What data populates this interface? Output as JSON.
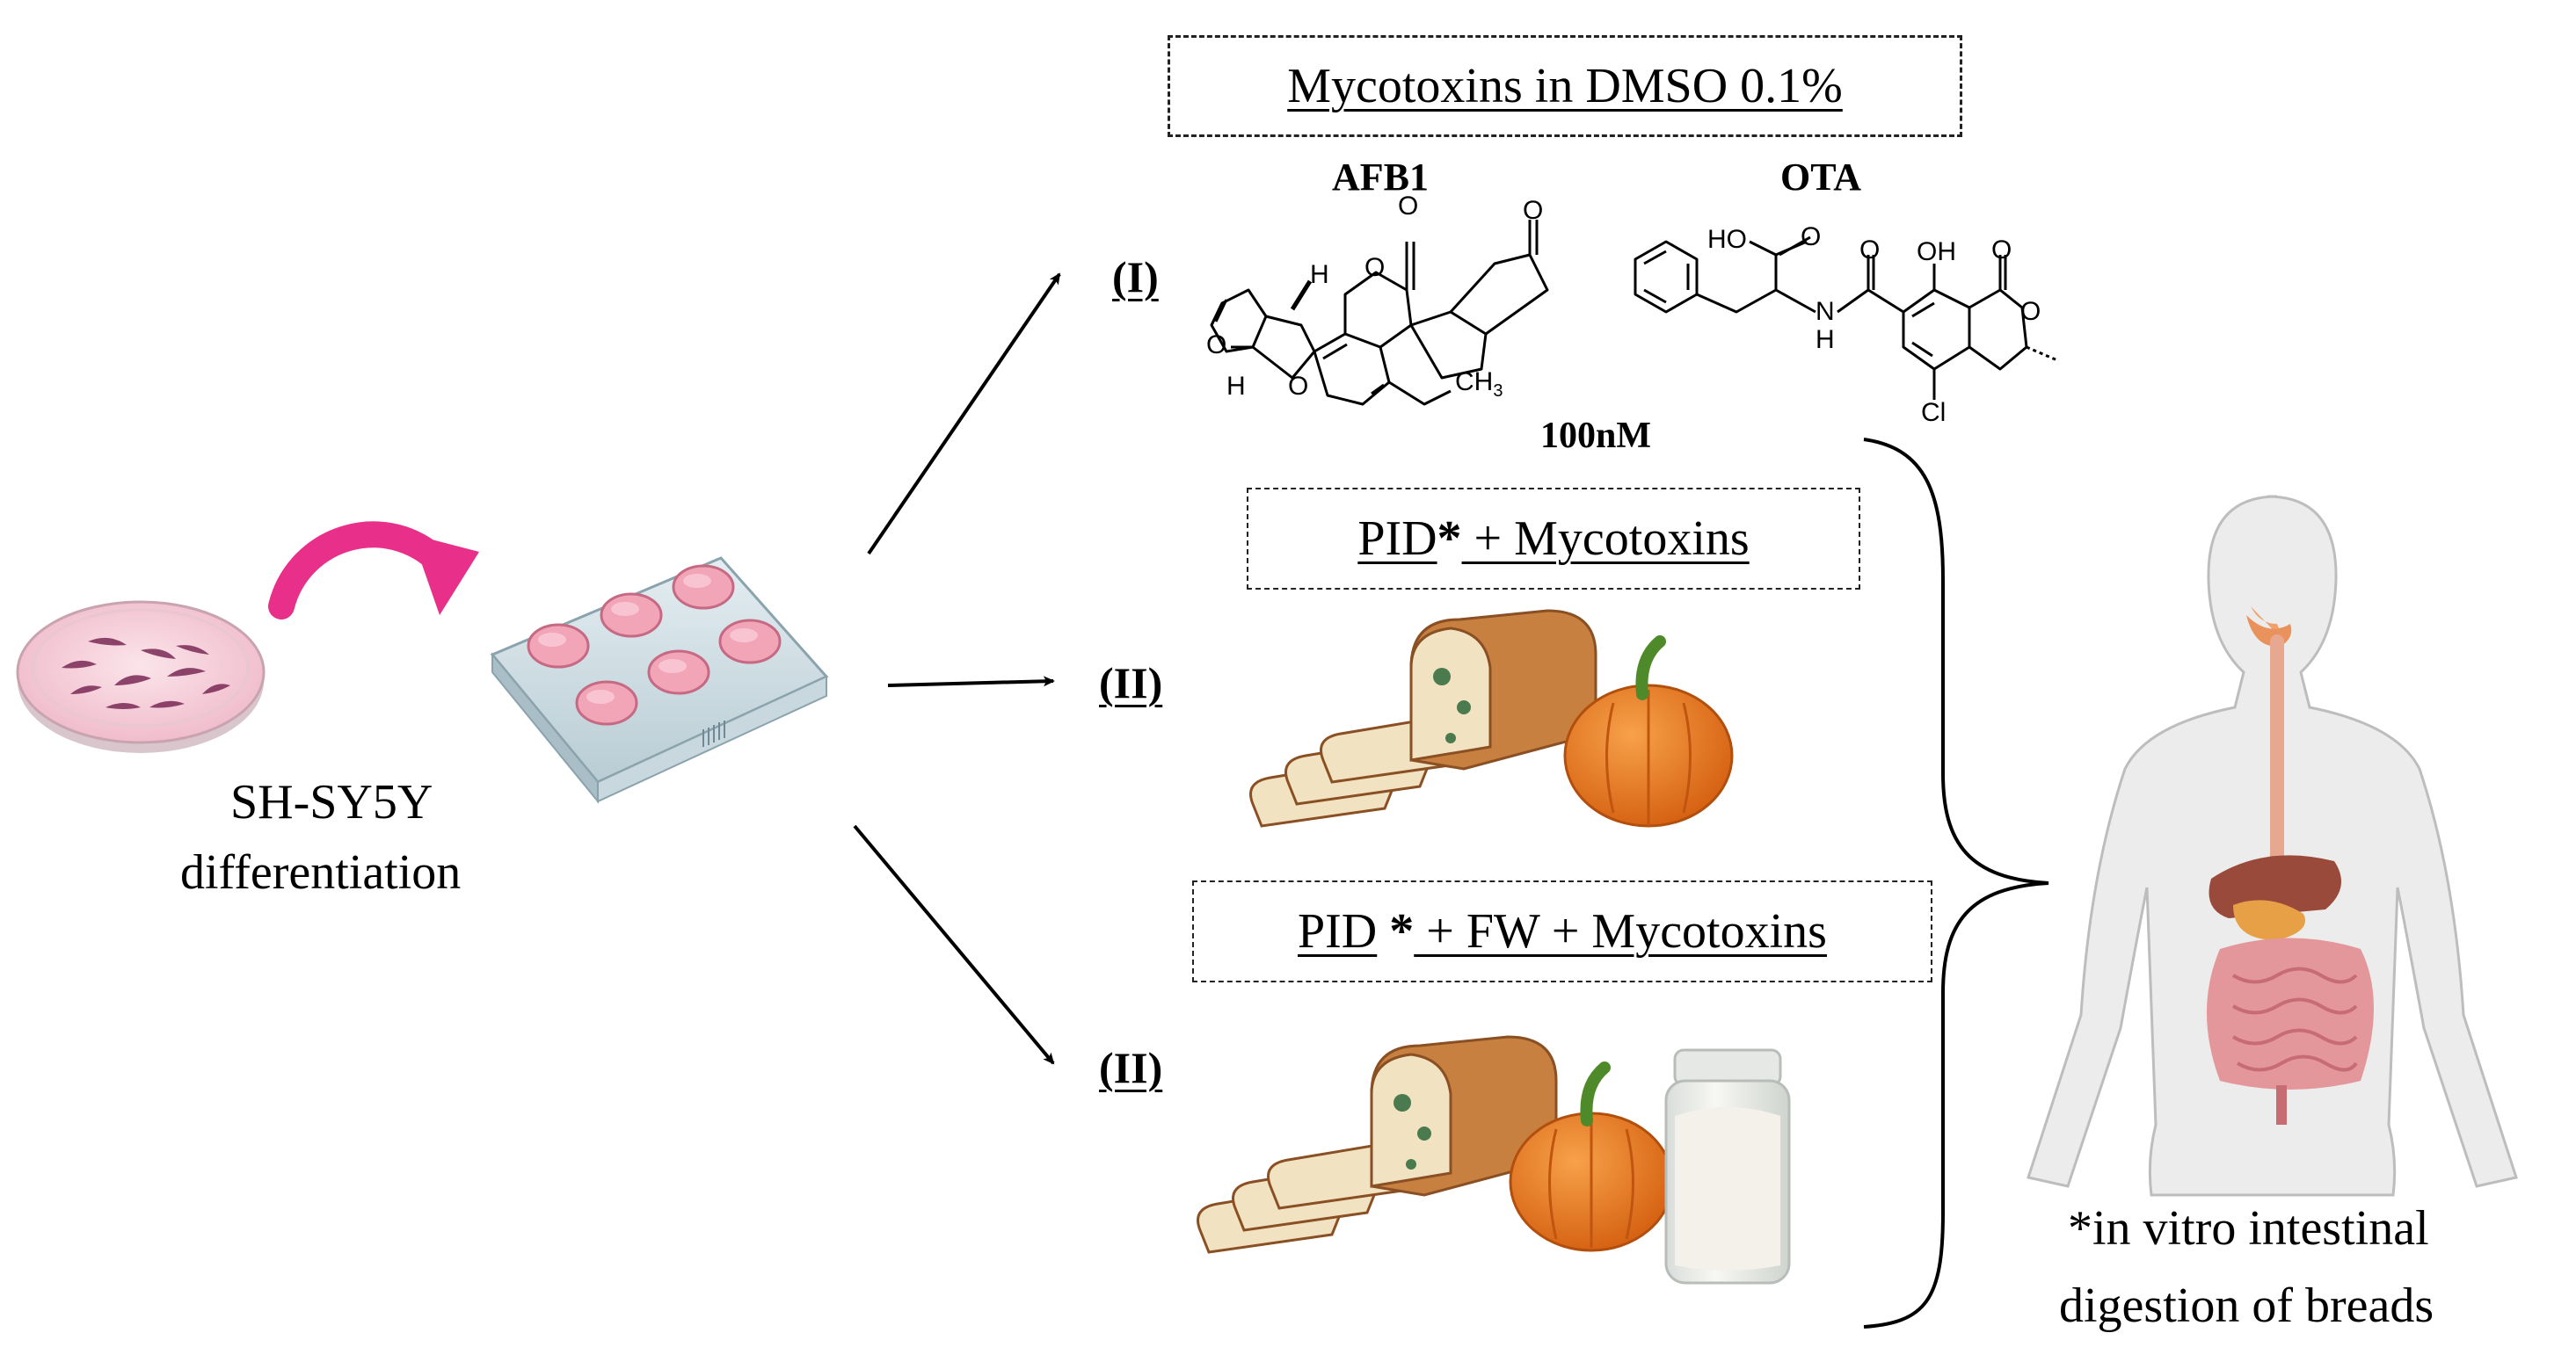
{
  "cell_line": {
    "line1": "SH-SY5Y",
    "line2": "differentiation"
  },
  "mycotoxins_box": {
    "label": "Mycotoxins in DMSO 0.1%"
  },
  "compounds": {
    "afb1": {
      "name": "AFB1",
      "atoms": {
        "o1": "O",
        "o2": "O",
        "o3": "O",
        "o4": "O",
        "o5": "O",
        "h1": "H",
        "h2": "H",
        "ch3": "CH3"
      }
    },
    "ota": {
      "name": "OTA",
      "atoms": {
        "ho": "HO",
        "o_acid": "O",
        "o_amide": "O",
        "oh": "OH",
        "o_lactone": "O",
        "o_ring": "O",
        "n": "N",
        "h": "H",
        "cl": "Cl"
      }
    }
  },
  "concentration": "100nM",
  "conditions": [
    {
      "numeral": "(I)"
    },
    {
      "numeral": "(II)",
      "box": {
        "part1": "PID",
        "star": "*",
        "part2": " + Mycotoxins"
      }
    },
    {
      "numeral": "(II)",
      "box": {
        "part1": "PID",
        "star": " *",
        "part2": " + FW + Mycotoxins"
      }
    }
  ],
  "footnote": {
    "line1": "*in vitro intestinal",
    "line2": "digestion of breads"
  },
  "colors": {
    "arrow_pink": "#e8308a",
    "dish_pink": "#f6d3de",
    "cell_purple": "#7a2a55",
    "bread_crust": "#a8652e",
    "bread_slice": "#f1e2c2",
    "pumpkin": "#e8761c",
    "stem": "#4f8a2a",
    "mold": "#4a7a4e",
    "jar_glass": "#eef0ee",
    "flour": "#f4f1ea",
    "skin": "#ececec",
    "organ_liver": "#9a4a3a",
    "organ_intestine": "#e4979a",
    "esophagus": "#e8a890"
  }
}
